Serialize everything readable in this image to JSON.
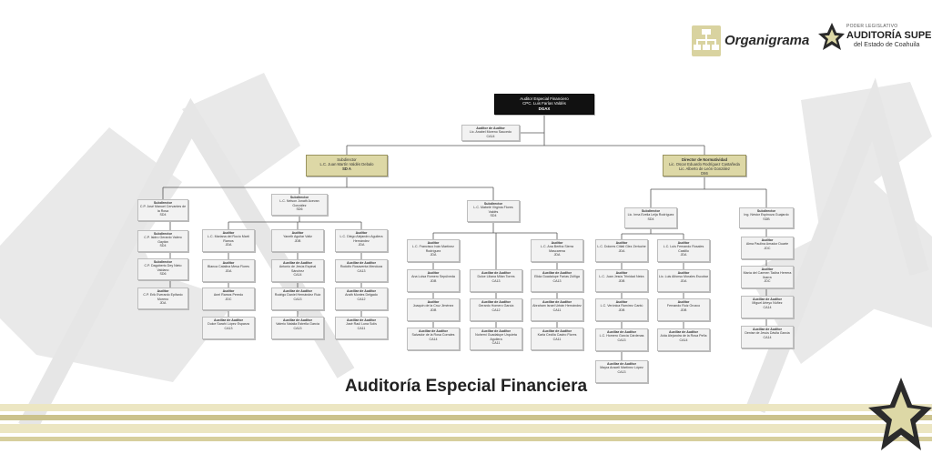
{
  "header": {
    "logo_title": "Organigrama",
    "institution_small": "PODER LEGISLATIVO",
    "institution_main": "AUDITORÍA SUPERIOR",
    "institution_sub": "del Estado de Coahuila"
  },
  "page_title": "Auditoría Especial Financiera",
  "colors": {
    "gold": "#ddd8a6",
    "band_light": "#e8e2b8",
    "band_dark": "#c9c08a",
    "root": "#111111"
  },
  "org": {
    "root": {
      "role": "Auditor Especial Financiero",
      "name": "CPC. Luis Farías Valdés",
      "code": "DGAX"
    },
    "aux": {
      "role": "Auditor de Auditor",
      "name": "Lic. Anabel Moreno Saucedo",
      "code": "CA14"
    },
    "sub_a": {
      "role": "Subdirector",
      "name": "L.C. Juan Martín Valdés Debalo",
      "code": "SD A"
    },
    "dir_norm": {
      "role": "Director de Normatividad",
      "name": "Lic. Oscar Eduardo Rodríguez Castañeda",
      "name2": "Lic. Alberto de León González",
      "code": "D66"
    },
    "col1": [
      {
        "role": "Subdirector",
        "name": "C.P. José Manuel Cervantes de la Rosa",
        "code": "SD4"
      },
      {
        "role": "Subdirector",
        "name": "C.P. Isidro Gerardo Valero Gaytán",
        "code": "SD4"
      },
      {
        "role": "Subdirector",
        "name": "C.P. Dagoberto Dey Nieto Valdano",
        "code": "SD6"
      },
      {
        "role": "Auditor",
        "name": "C.P. Erik Everardo Epifanio Moreno",
        "code": "JDA"
      }
    ],
    "sub_b": {
      "role": "Subdirector",
      "name": "L.C. Nelson Jonath Acevan González",
      "code": "SD6"
    },
    "col2": [
      {
        "role": "Auditor",
        "name": "L.C. Mariana del Rocío Martí Ramos",
        "code": "JDA"
      },
      {
        "role": "Auditor",
        "name": "Blanca Catalina Mesa Flores",
        "code": "JDA"
      },
      {
        "role": "Auditor",
        "name": "Anel Ramos Peredo",
        "code": "JDC"
      },
      {
        "role": "Auxiliar de Auditor",
        "name": "Dulce Sarahí López Esparza",
        "code": "CA13"
      }
    ],
    "col3": [
      {
        "role": "Auditor",
        "name": "Yaneth Aguilar Valtz",
        "code": "JDB"
      },
      {
        "role": "Auxiliar de Auditor",
        "name": "Antonio de Jesús Espinal Sánchez",
        "code": "CA14"
      },
      {
        "role": "Auxiliar de Auditor",
        "name": "Rodrigo Daniel Hernández Ruiz",
        "code": "CA13"
      },
      {
        "role": "Auxiliar de Auditor",
        "name": "Valerio Natalia Estrella García",
        "code": "CA13"
      }
    ],
    "col4": [
      {
        "role": "Auditor",
        "name": "L.C. Diego Alejandro Aguilera Hernández",
        "code": "JDA"
      },
      {
        "role": "Auxiliar de Auditor",
        "name": "Rodolfo Rosaventa Mendoza",
        "code": "CA13"
      },
      {
        "role": "Auxiliar de Auditor",
        "name": "Arath Montes Delgado",
        "code": "CA12"
      },
      {
        "role": "Auxiliar de Auditor",
        "name": "José Raúl Luna Solís",
        "code": "CA11"
      }
    ],
    "sub_c": {
      "role": "Subdirector",
      "name": "L.C. Mabelé Virginia Flores Valdés",
      "code": "SD4"
    },
    "col5": [
      {
        "role": "Auditor",
        "name": "L.C. Francisco Iván Martínez Rodríguez",
        "code": "JDA"
      },
      {
        "role": "Auditor",
        "name": "Ana Luisa Romero Sepúlveda",
        "code": "JDB"
      },
      {
        "role": "Auditor",
        "name": "Joaquín de la Cruz Jiménez",
        "code": "JDB"
      },
      {
        "role": "Auxiliar de Auditor",
        "name": "Salvador de la Rosa Corrales",
        "code": "CA14"
      }
    ],
    "col6": [
      {
        "role": "Auxiliar de Auditor",
        "name": "Dulce Liliana Milan Torres",
        "code": "CA13"
      },
      {
        "role": "Auxiliar de Auditor",
        "name": "Gerardo Homero García",
        "code": "CA12"
      },
      {
        "role": "Auxiliar de Auditor",
        "name": "Nohemí Guadalupe Urquieta Aguilera",
        "code": "CA11"
      }
    ],
    "col7": [
      {
        "role": "Auditor",
        "name": "L.C. Ana Bertha Sierra Mascarena",
        "code": "JDA"
      },
      {
        "role": "Auxiliar de Auditor",
        "name": "Elida Guadalupe Farías Zúñiga",
        "code": "CA13"
      },
      {
        "role": "Auxiliar de Auditor",
        "name": "Abraham Israel Urbán Hernández",
        "code": "CA11"
      },
      {
        "role": "Auxiliar de Auditor",
        "name": "Karla Cecilia Castro Flores",
        "code": "CA11"
      }
    ],
    "sub_d": {
      "role": "Subdirector",
      "name": "Lic. Irma Evelia Leija Rodríguez",
      "code": "SD4"
    },
    "col8": [
      {
        "role": "Auditor",
        "name": "L.C. Dolores Citlali Glez Zertuche",
        "code": "JDA"
      },
      {
        "role": "Auditor",
        "name": "L.C. Juan Jesús Trinidad Neira",
        "code": "JDB"
      },
      {
        "role": "Auditor",
        "name": "L.C. Verónica Ramírez Cantú",
        "code": "JDB"
      },
      {
        "role": "Auxiliar de Auditor",
        "name": "L.C. Homero García Cárdenas",
        "code": "CA13"
      },
      {
        "role": "Auxiliar de Auditor",
        "name": "Mayra Araceli Martínez López",
        "code": "CA13"
      }
    ],
    "col9": [
      {
        "role": "Auditor",
        "name": "L.C. Luis Fernando Rosales Castillo",
        "code": "JDA"
      },
      {
        "role": "Auditor",
        "name": "Lic. Luis Alfonso Morales Escobar",
        "code": "JDA"
      },
      {
        "role": "Auditor",
        "name": "Fernando Ruiz Orozco",
        "code": "JDB"
      },
      {
        "role": "Auxiliar de Auditor",
        "name": "Aída Alejandra de la Rosa Peña",
        "code": "CA14"
      }
    ],
    "sub_e": {
      "role": "Subdirector",
      "name": "Ing. Néstor Espinoza Guajardo",
      "code": "SDB"
    },
    "col10": [
      {
        "role": "Auditor",
        "name": "Alma Paulina Amador Duarte",
        "code": "JDC"
      },
      {
        "role": "Auditor",
        "name": "María del Carmen Tadira Herrera Ibarra",
        "code": "JDC"
      },
      {
        "role": "Auxiliar de Auditor",
        "name": "Miguel Arteyo Núñez",
        "code": "CA14"
      },
      {
        "role": "Auxiliar de Auditor",
        "name": "Denise de Jesús Dávila García",
        "code": "CA14"
      }
    ]
  }
}
